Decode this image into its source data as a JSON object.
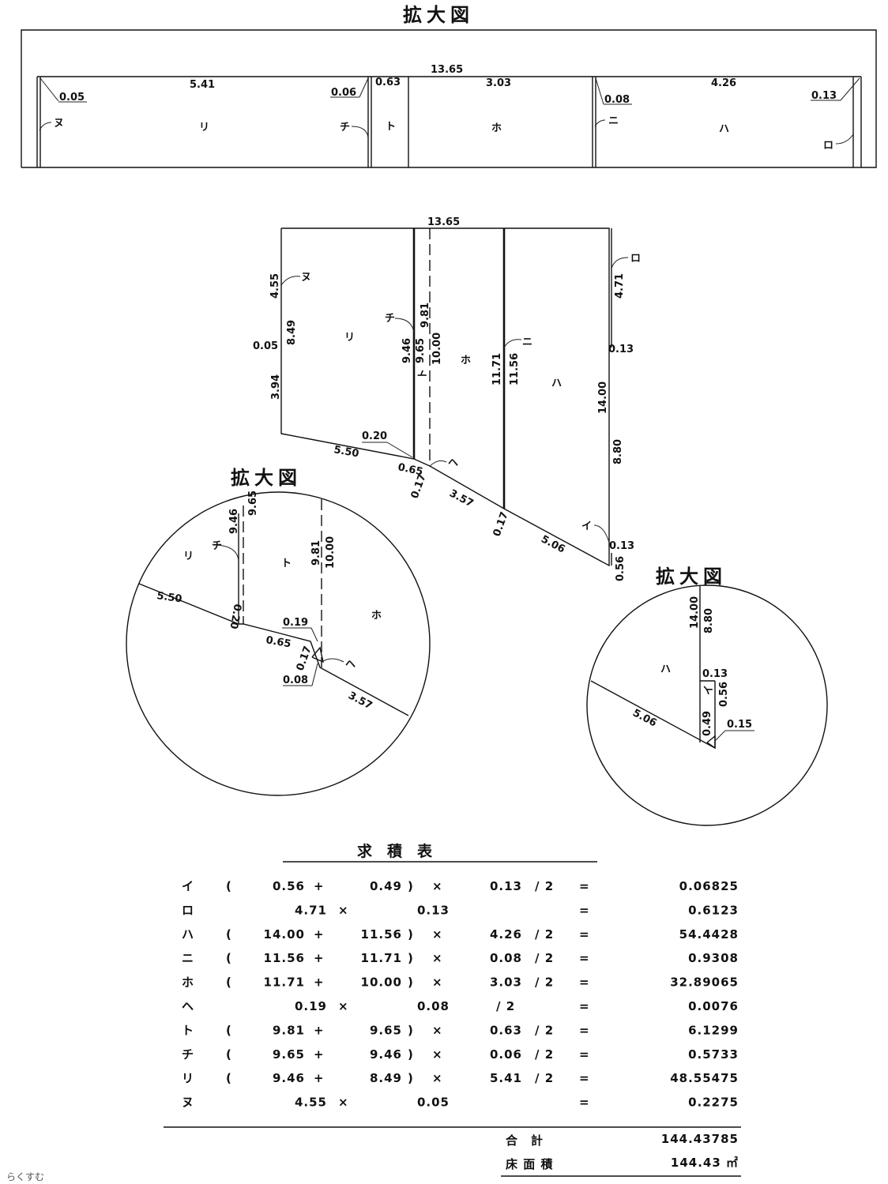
{
  "enlarged_title": "拡大図",
  "strip": {
    "total": "13.65",
    "dims": [
      "5.41",
      "0.63",
      "3.03",
      "4.26",
      "0.05",
      "0.06",
      "0.08",
      "0.13"
    ],
    "labels": [
      "ヌ",
      "リ",
      "チ",
      "ト",
      "ホ",
      "ニ",
      "ハ",
      "ロ"
    ]
  },
  "plan": {
    "total": "13.65",
    "left_dims": [
      "4.55",
      "8.49",
      "0.05",
      "3.94"
    ],
    "mid_dims": [
      "9.46",
      "9.65",
      "9.81",
      "10.00",
      "11.71",
      "11.56"
    ],
    "right_dims": [
      "4.71",
      "0.13",
      "14.00",
      "8.80",
      "0.13",
      "0.56"
    ],
    "bottom_dims": [
      "0.20",
      "5.50",
      "0.65",
      "0.17",
      "3.57",
      "0.17",
      "5.06"
    ],
    "labels": [
      "ヌ",
      "リ",
      "チ",
      "ト",
      "ホ",
      "ニ",
      "ハ",
      "ロ",
      "ヘ",
      "イ"
    ]
  },
  "circle_left": {
    "dims": [
      "9.46",
      "9.65",
      "9.81",
      "10.00",
      "5.50",
      "0.20",
      "0.19",
      "0.65",
      "0.17",
      "0.08",
      "3.57"
    ],
    "labels": [
      "リ",
      "チ",
      "ト",
      "ホ",
      "ヘ"
    ]
  },
  "circle_right": {
    "dims": [
      "14.00",
      "8.80",
      "0.13",
      "0.49",
      "0.56",
      "0.15",
      "5.06"
    ],
    "labels": [
      "ハ",
      "イ"
    ]
  },
  "area_table": {
    "title": "求　積　表",
    "rows": [
      {
        "label": "イ",
        "type": "trap",
        "a": "0.56",
        "b": "0.49",
        "c": "0.13",
        "result": "0.06825"
      },
      {
        "label": "ロ",
        "type": "rect",
        "a": "4.71",
        "b": "0.13",
        "result": "0.6123"
      },
      {
        "label": "ハ",
        "type": "trap",
        "a": "14.00",
        "b": "11.56",
        "c": "4.26",
        "result": "54.4428"
      },
      {
        "label": "ニ",
        "type": "trap",
        "a": "11.56",
        "b": "11.71",
        "c": "0.08",
        "result": "0.9308"
      },
      {
        "label": "ホ",
        "type": "trap",
        "a": "11.71",
        "b": "10.00",
        "c": "3.03",
        "result": "32.89065"
      },
      {
        "label": "ヘ",
        "type": "tri",
        "a": "0.19",
        "b": "0.08",
        "result": "0.0076"
      },
      {
        "label": "ト",
        "type": "trap",
        "a": "9.81",
        "b": "9.65",
        "c": "0.63",
        "result": "6.1299"
      },
      {
        "label": "チ",
        "type": "trap",
        "a": "9.65",
        "b": "9.46",
        "c": "0.06",
        "result": "0.5733"
      },
      {
        "label": "リ",
        "type": "trap",
        "a": "9.46",
        "b": "8.49",
        "c": "5.41",
        "result": "48.55475"
      },
      {
        "label": "ヌ",
        "type": "rect",
        "a": "4.55",
        "b": "0.05",
        "result": "0.2275"
      }
    ],
    "symbols": {
      "open": "(",
      "close": ")",
      "plus": "+",
      "times": "×",
      "half": "/ 2",
      "equals": "="
    },
    "total_label": "合　計",
    "total_value": "144.43785",
    "floor_area_label": "床 面 積",
    "floor_area_value": "144.43 ㎡"
  },
  "watermark": "らくすむ"
}
